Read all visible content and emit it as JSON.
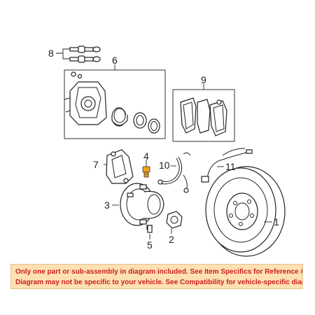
{
  "callouts": {
    "c1": "1",
    "c2": "2",
    "c3": "3",
    "c4": "4",
    "c5": "5",
    "c6": "6",
    "c7": "7",
    "c8": "8",
    "c9": "9",
    "c10": "10",
    "c11": "11"
  },
  "notice": {
    "line1": "Only one part or sub-assembly in diagram included. See Item Specifics for Reference #.",
    "line2": "Diagram may not be specific to your vehicle. See Compatibility for vehicle-specific diagrams."
  },
  "colors": {
    "notice_bg": "#fde1b4",
    "notice_text": "#cc1e1e",
    "accent_bolt": "#f1a21d"
  }
}
